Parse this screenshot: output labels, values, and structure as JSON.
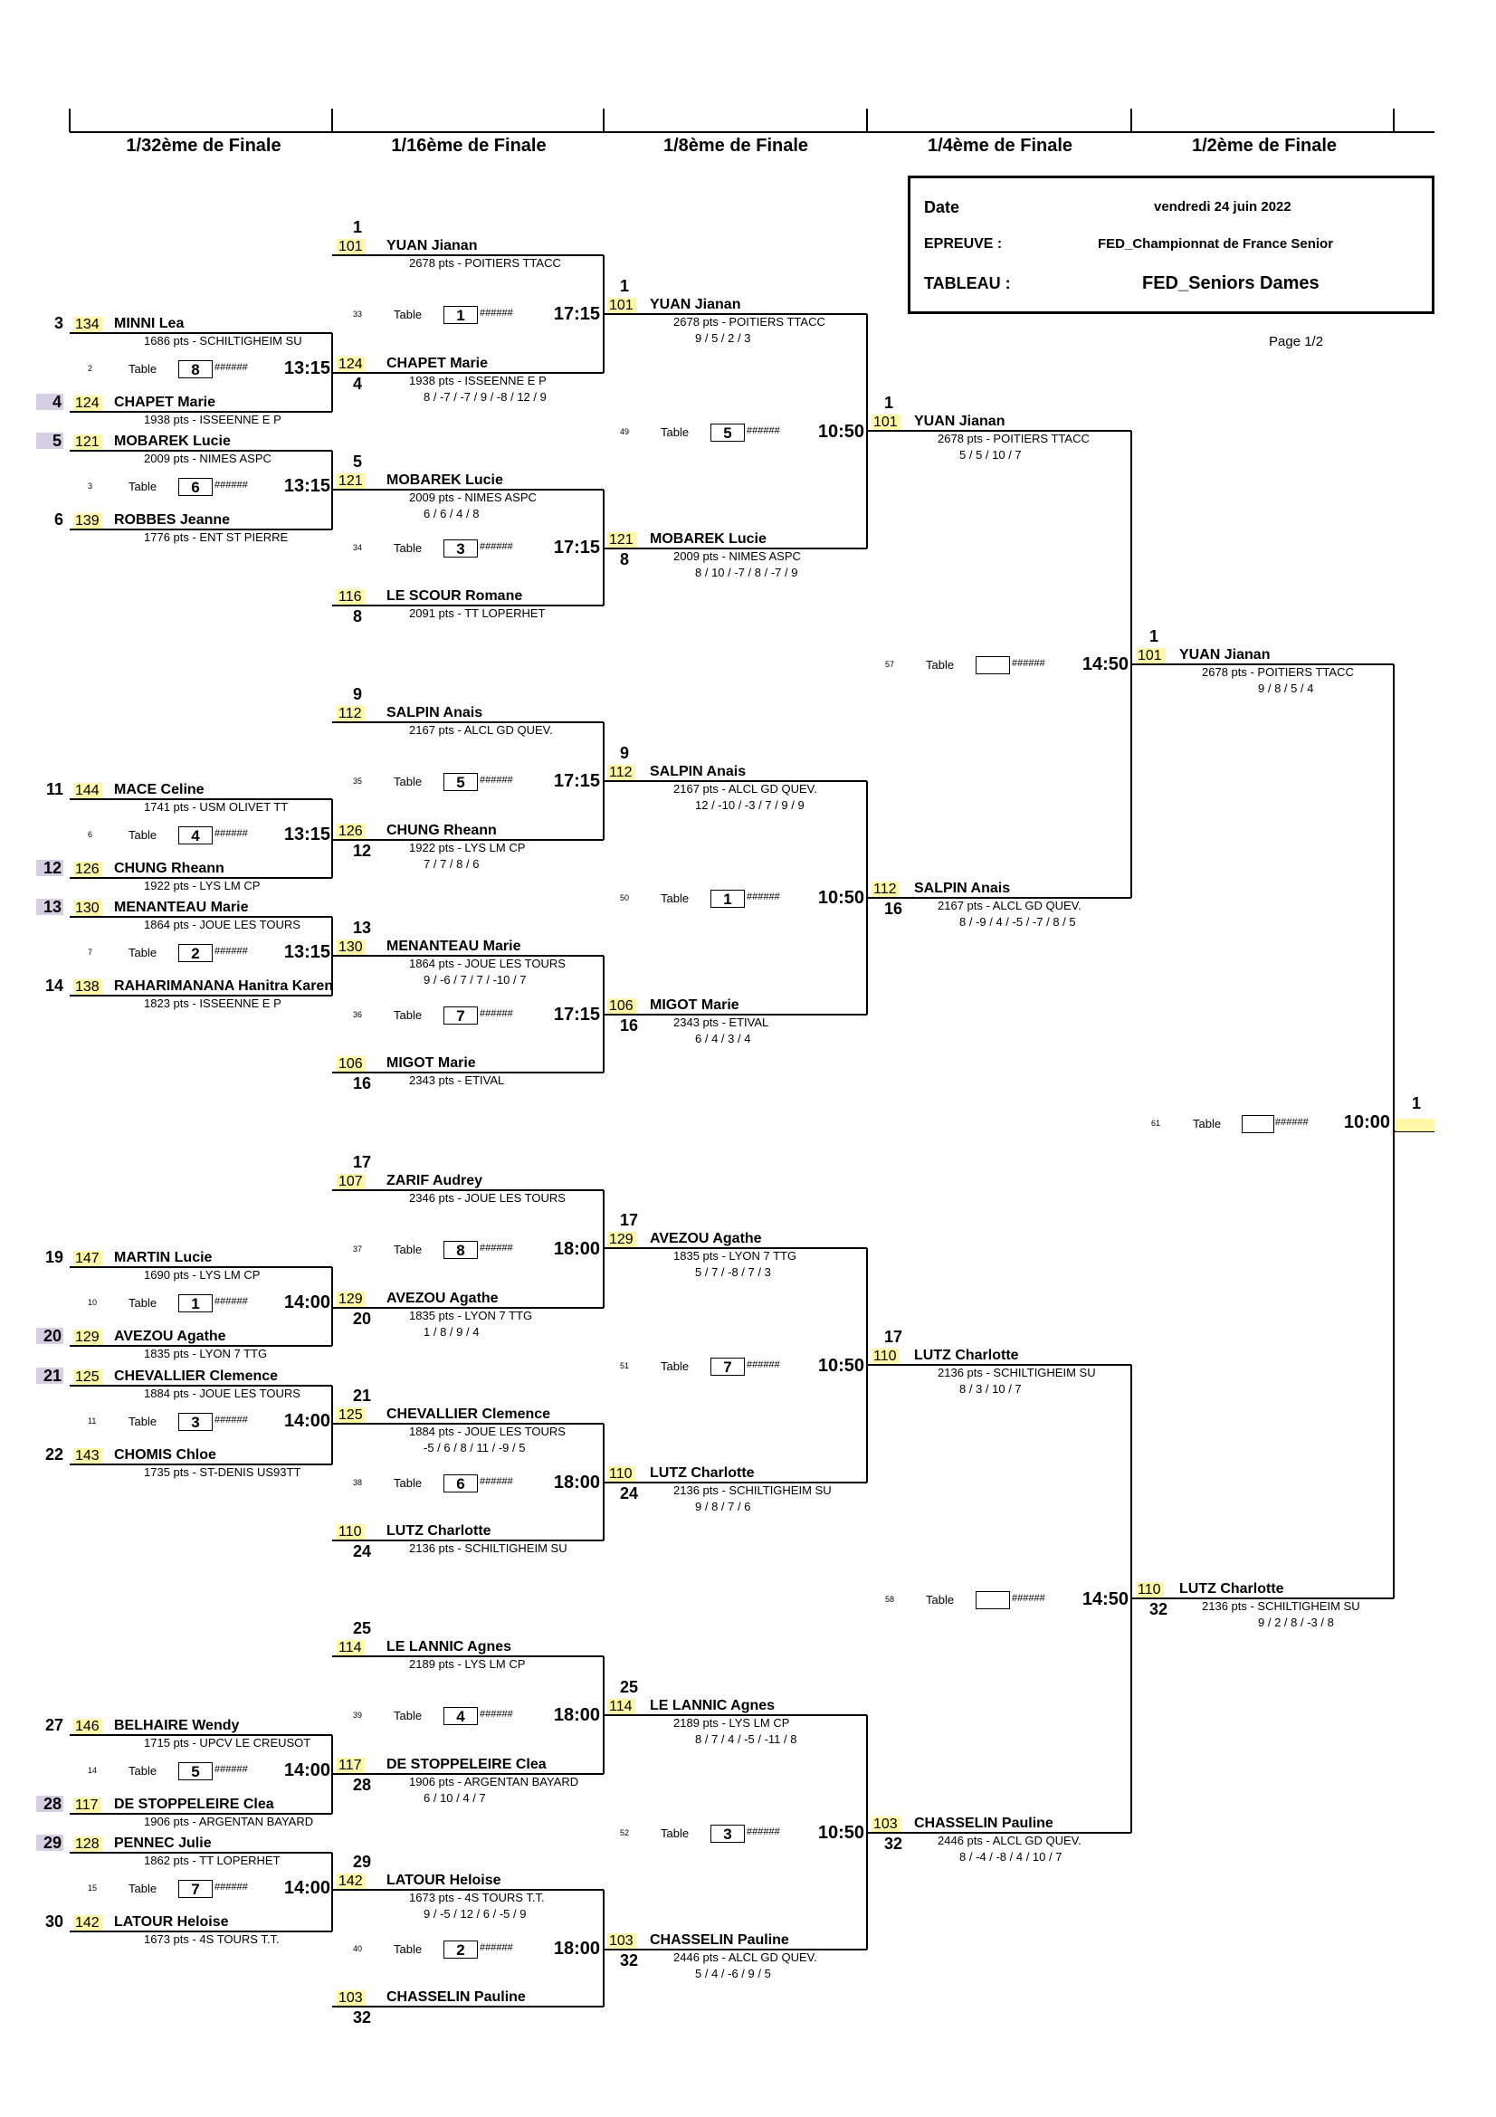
{
  "header": {
    "date_label": "Date",
    "date_value": "vendredi 24 juin 2022",
    "epreuve_label": "EPREUVE :",
    "epreuve_value": "FED_Championnat de France Senior",
    "tableau_label": "TABLEAU :",
    "tableau_value": "FED_Seniors Dames",
    "page": "Page 1/2"
  },
  "rounds": [
    "1/32ème de Finale",
    "1/16ème de Finale",
    "1/8ème de Finale",
    "1/4ème de Finale",
    "1/2ème de Finale"
  ],
  "final": {
    "seed": "1",
    "match": "61",
    "table_label": "Table",
    "hashes": "######",
    "time": "10:00"
  },
  "r32": [
    {
      "a": {
        "seed": "3",
        "num": "134",
        "name": "MINNI Lea",
        "info": "1686 pts - SCHILTIGHEIM SU",
        "bg": false
      },
      "b": {
        "seed": "4",
        "num": "124",
        "name": "CHAPET Marie",
        "info": "1938 pts - ISSEENNE E P",
        "bg": true
      },
      "match": "2",
      "table": "8",
      "time": "13:15"
    },
    {
      "a": {
        "seed": "5",
        "num": "121",
        "name": "MOBAREK Lucie",
        "info": "2009 pts - NIMES ASPC",
        "bg": true
      },
      "b": {
        "seed": "6",
        "num": "139",
        "name": "ROBBES Jeanne",
        "info": "1776 pts - ENT ST PIERRE",
        "bg": false
      },
      "match": "3",
      "table": "6",
      "time": "13:15"
    },
    {
      "a": {
        "seed": "11",
        "num": "144",
        "name": "MACE Celine",
        "info": "1741 pts - USM OLIVET TT",
        "bg": false
      },
      "b": {
        "seed": "12",
        "num": "126",
        "name": "CHUNG Rheann",
        "info": "1922 pts - LYS LM CP",
        "bg": true
      },
      "match": "6",
      "table": "4",
      "time": "13:15"
    },
    {
      "a": {
        "seed": "13",
        "num": "130",
        "name": "MENANTEAU Marie",
        "info": "1864 pts - JOUE LES TOURS",
        "bg": true
      },
      "b": {
        "seed": "14",
        "num": "138",
        "name": "RAHARIMANANA Hanitra Karen",
        "info": "1823 pts - ISSEENNE E P",
        "bg": false
      },
      "match": "7",
      "table": "2",
      "time": "13:15"
    },
    {
      "a": {
        "seed": "19",
        "num": "147",
        "name": "MARTIN Lucie",
        "info": "1690 pts - LYS LM CP",
        "bg": false
      },
      "b": {
        "seed": "20",
        "num": "129",
        "name": "AVEZOU Agathe",
        "info": "1835 pts - LYON 7 TTG",
        "bg": true
      },
      "match": "10",
      "table": "1",
      "time": "14:00"
    },
    {
      "a": {
        "seed": "21",
        "num": "125",
        "name": "CHEVALLIER Clemence",
        "info": "1884 pts - JOUE LES TOURS",
        "bg": true
      },
      "b": {
        "seed": "22",
        "num": "143",
        "name": "CHOMIS Chloe",
        "info": "1735 pts - ST-DENIS US93TT",
        "bg": false
      },
      "match": "11",
      "table": "3",
      "time": "14:00"
    },
    {
      "a": {
        "seed": "27",
        "num": "146",
        "name": "BELHAIRE Wendy",
        "info": "1715 pts - UPCV LE CREUSOT",
        "bg": false
      },
      "b": {
        "seed": "28",
        "num": "117",
        "name": "DE STOPPELEIRE Clea",
        "info": "1906 pts - ARGENTAN BAYARD",
        "bg": true
      },
      "match": "14",
      "table": "5",
      "time": "14:00"
    },
    {
      "a": {
        "seed": "29",
        "num": "128",
        "name": "PENNEC Julie",
        "info": "1862 pts - TT LOPERHET",
        "bg": true
      },
      "b": {
        "seed": "30",
        "num": "142",
        "name": "LATOUR Heloise",
        "info": "1673 pts - 4S TOURS T.T.",
        "bg": false
      },
      "match": "15",
      "table": "7",
      "time": "14:00"
    }
  ],
  "r16": [
    {
      "a": {
        "seed": "1",
        "num": "101",
        "name": "YUAN Jianan",
        "info": "2678 pts - POITIERS TTACC",
        "score": ""
      },
      "b": {
        "seed": "4",
        "num": "124",
        "name": "CHAPET Marie",
        "info": "1938 pts - ISSEENNE E P",
        "score": "8 / -7 / -7 / 9 / -8 / 12 / 9"
      },
      "match": "33",
      "table": "1",
      "time": "17:15"
    },
    {
      "a": {
        "seed": "5",
        "num": "121",
        "name": "MOBAREK Lucie",
        "info": "2009 pts - NIMES ASPC",
        "score": "6 / 6 / 4 / 8"
      },
      "b": {
        "seed": "8",
        "num": "116",
        "name": "LE SCOUR Romane",
        "info": "2091 pts - TT LOPERHET",
        "score": ""
      },
      "match": "34",
      "table": "3",
      "time": "17:15"
    },
    {
      "a": {
        "seed": "9",
        "num": "112",
        "name": "SALPIN Anais",
        "info": "2167 pts - ALCL GD QUEV.",
        "score": ""
      },
      "b": {
        "seed": "12",
        "num": "126",
        "name": "CHUNG Rheann",
        "info": "1922 pts - LYS LM CP",
        "score": "7 / 7 / 8 / 6"
      },
      "match": "35",
      "table": "5",
      "time": "17:15"
    },
    {
      "a": {
        "seed": "13",
        "num": "130",
        "name": "MENANTEAU Marie",
        "info": "1864 pts - JOUE LES TOURS",
        "score": "9 / -6 / 7 / 7 / -10 / 7"
      },
      "b": {
        "seed": "16",
        "num": "106",
        "name": "MIGOT Marie",
        "info": "2343 pts - ETIVAL",
        "score": ""
      },
      "match": "36",
      "table": "7",
      "time": "17:15"
    },
    {
      "a": {
        "seed": "17",
        "num": "107",
        "name": "ZARIF Audrey",
        "info": "2346 pts - JOUE LES TOURS",
        "score": ""
      },
      "b": {
        "seed": "20",
        "num": "129",
        "name": "AVEZOU Agathe",
        "info": "1835 pts - LYON 7 TTG",
        "score": "1 / 8 / 9 / 4"
      },
      "match": "37",
      "table": "8",
      "time": "18:00"
    },
    {
      "a": {
        "seed": "21",
        "num": "125",
        "name": "CHEVALLIER Clemence",
        "info": "1884 pts - JOUE LES TOURS",
        "score": "-5 / 6 / 8 / 11 / -9 / 5"
      },
      "b": {
        "seed": "24",
        "num": "110",
        "name": "LUTZ Charlotte",
        "info": "2136 pts - SCHILTIGHEIM SU",
        "score": ""
      },
      "match": "38",
      "table": "6",
      "time": "18:00"
    },
    {
      "a": {
        "seed": "25",
        "num": "114",
        "name": "LE LANNIC Agnes",
        "info": "2189 pts - LYS LM CP",
        "score": ""
      },
      "b": {
        "seed": "28",
        "num": "117",
        "name": "DE STOPPELEIRE Clea",
        "info": "1906 pts - ARGENTAN BAYARD",
        "score": "6 / 10 / 4 / 7"
      },
      "match": "39",
      "table": "4",
      "time": "18:00"
    },
    {
      "a": {
        "seed": "29",
        "num": "142",
        "name": "LATOUR Heloise",
        "info": "1673 pts - 4S TOURS T.T.",
        "score": "9 / -5 / 12 / 6 / -5 / 9"
      },
      "b": {
        "seed": "32",
        "num": "103",
        "name": "CHASSELIN Pauline",
        "info": "",
        "score": ""
      },
      "match": "40",
      "table": "2",
      "time": "18:00"
    }
  ],
  "r8": [
    {
      "a": {
        "seed": "1",
        "num": "101",
        "name": "YUAN Jianan",
        "info": "2678 pts - POITIERS TTACC",
        "score": "9 / 5 / 2 / 3"
      },
      "b": {
        "seed": "8",
        "num": "121",
        "name": "MOBAREK Lucie",
        "info": "2009 pts - NIMES ASPC",
        "score": "8 / 10 / -7 / 8 / -7 / 9"
      },
      "match": "49",
      "table": "5",
      "time": "10:50"
    },
    {
      "a": {
        "seed": "9",
        "num": "112",
        "name": "SALPIN Anais",
        "info": "2167 pts - ALCL GD QUEV.",
        "score": "12 / -10 / -3 / 7 / 9 / 9"
      },
      "b": {
        "seed": "16",
        "num": "106",
        "name": "MIGOT Marie",
        "info": "2343 pts - ETIVAL",
        "score": "6 / 4 / 3 / 4"
      },
      "match": "50",
      "table": "1",
      "time": "10:50"
    },
    {
      "a": {
        "seed": "17",
        "num": "129",
        "name": "AVEZOU Agathe",
        "info": "1835 pts - LYON 7 TTG",
        "score": "5 / 7 / -8 / 7 / 3"
      },
      "b": {
        "seed": "24",
        "num": "110",
        "name": "LUTZ Charlotte",
        "info": "2136 pts - SCHILTIGHEIM SU",
        "score": "9 / 8 / 7 / 6"
      },
      "match": "51",
      "table": "7",
      "time": "10:50"
    },
    {
      "a": {
        "seed": "25",
        "num": "114",
        "name": "LE LANNIC Agnes",
        "info": "2189 pts - LYS LM CP",
        "score": "8 / 7 / 4 / -5 / -11 / 8"
      },
      "b": {
        "seed": "32",
        "num": "103",
        "name": "CHASSELIN Pauline",
        "info": "2446 pts - ALCL GD QUEV.",
        "score": "5 / 4 / -6 / 9 / 5"
      },
      "match": "52",
      "table": "3",
      "time": "10:50"
    }
  ],
  "r4": [
    {
      "a": {
        "seed": "1",
        "num": "101",
        "name": "YUAN Jianan",
        "info": "2678 pts - POITIERS TTACC",
        "score": "5 / 5 / 10 / 7"
      },
      "b": {
        "seed": "16",
        "num": "112",
        "name": "SALPIN Anais",
        "info": "2167 pts - ALCL GD QUEV.",
        "score": "8 / -9 / 4 / -5 / -7 / 8 / 5"
      },
      "match": "57",
      "table": "",
      "time": "14:50"
    },
    {
      "a": {
        "seed": "17",
        "num": "110",
        "name": "LUTZ Charlotte",
        "info": "2136 pts - SCHILTIGHEIM SU",
        "score": "8 / 3 / 10 / 7"
      },
      "b": {
        "seed": "32",
        "num": "103",
        "name": "CHASSELIN Pauline",
        "info": "2446 pts - ALCL GD QUEV.",
        "score": "8 / -4 / -8 / 4 / 10 / 7"
      },
      "match": "58",
      "table": "",
      "time": "14:50"
    }
  ],
  "r2": [
    {
      "seed": "1",
      "num": "101",
      "name": "YUAN Jianan",
      "info": "2678 pts - POITIERS TTACC",
      "score": "9 / 8 / 5 / 4"
    },
    {
      "seed": "32",
      "num": "110",
      "name": "LUTZ Charlotte",
      "info": "2136 pts - SCHILTIGHEIM SU",
      "score": "9 / 2 / 8 / -3 / 8"
    }
  ],
  "labels": {
    "table": "Table",
    "hashes": "######"
  }
}
